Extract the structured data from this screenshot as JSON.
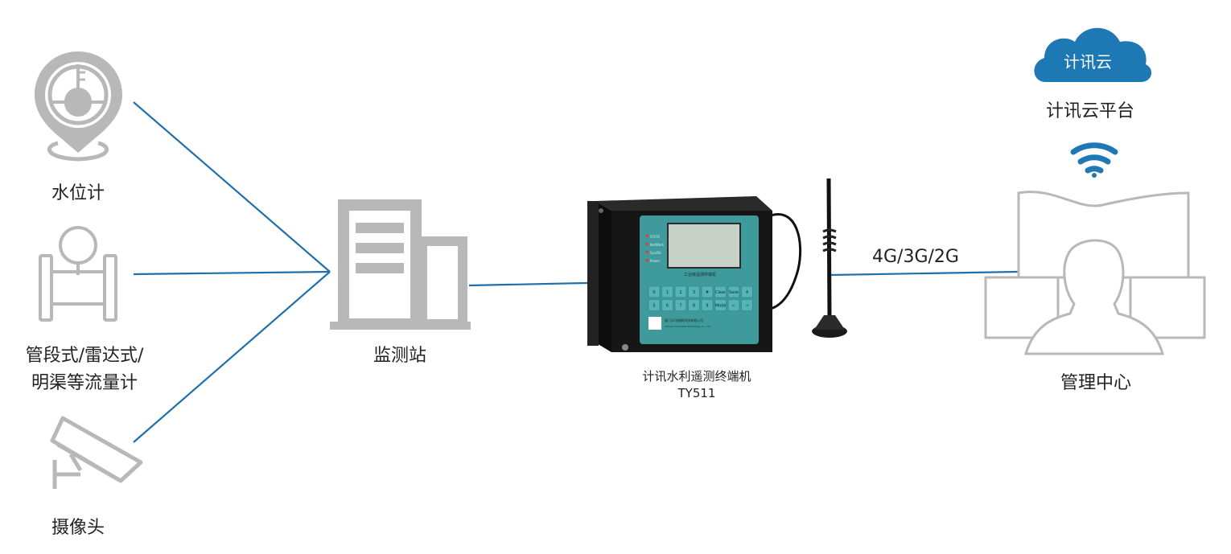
{
  "nodes": {
    "water_level_meter": "水位计",
    "flow_meter_line1": "管段式/雷达式/",
    "flow_meter_line2": "明渠等流量计",
    "camera": "摄像头",
    "monitoring_station": "监测站",
    "terminal_name": "计讯水利遥测终端机",
    "terminal_model": "TY511",
    "network": "4G/3G/2G",
    "cloud_icon_text": "计讯云",
    "cloud_platform": "计讯云平台",
    "management_center": "管理中心"
  },
  "device_panel": {
    "leds": [
      "STATE",
      "NetWork",
      "Sys/Bit",
      "Power"
    ],
    "title": "工业级遥测终端机",
    "company": "厦门计讯物联科技有限公司",
    "company_en": "Xiamen Four-Faith Technology co., Ltd.",
    "keys": [
      "0",
      "1",
      "2",
      "3",
      "#",
      "Clear",
      "Save",
      "4",
      "5",
      "6",
      "7",
      "8",
      "9",
      "Mode",
      "←",
      "→"
    ]
  },
  "colors": {
    "line": "#1f6fa8",
    "icon_gray": "#b8b8b8",
    "cloud": "#1e78b4",
    "wifi": "#1e78b4",
    "device_body": "#1b1b1b",
    "device_panel": "#3f9a9c"
  }
}
